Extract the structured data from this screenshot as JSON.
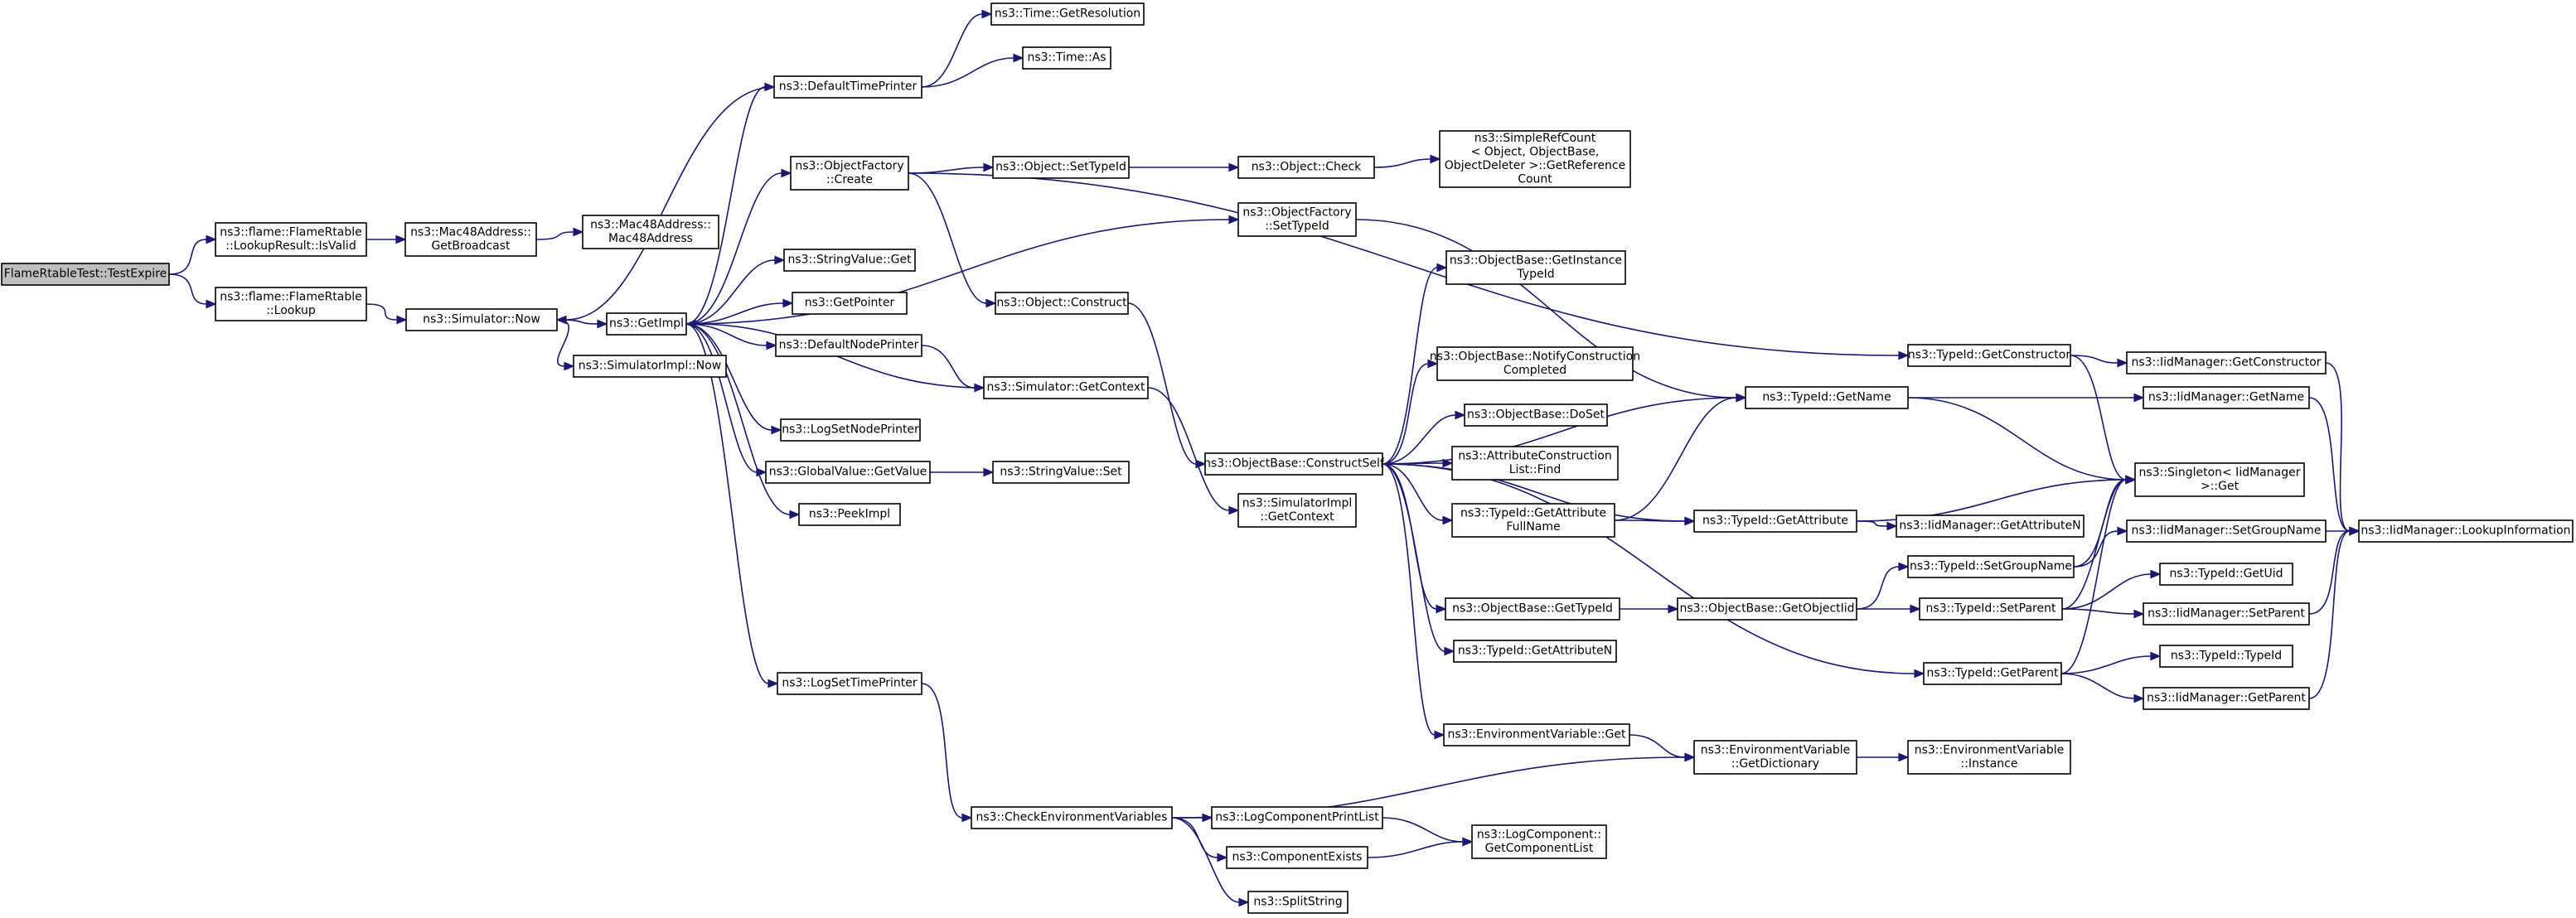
{
  "graph": {
    "nodes": [
      {
        "id": "root",
        "lines": [
          "FlameRtableTest::TestExpire"
        ],
        "root": true
      },
      {
        "id": "lr_isvalid",
        "lines": [
          "ns3::flame::FlameRtable",
          "::LookupResult::IsValid"
        ]
      },
      {
        "id": "lookup",
        "lines": [
          "ns3::flame::FlameRtable",
          "::Lookup"
        ]
      },
      {
        "id": "mac_getbroadcast",
        "lines": [
          "ns3::Mac48Address::",
          "GetBroadcast"
        ]
      },
      {
        "id": "mac_ctor",
        "lines": [
          "ns3::Mac48Address::",
          "Mac48Address"
        ]
      },
      {
        "id": "sim_now",
        "lines": [
          "ns3::Simulator::Now"
        ]
      },
      {
        "id": "getimpl",
        "lines": [
          "ns3::GetImpl"
        ]
      },
      {
        "id": "simimpl_now",
        "lines": [
          "ns3::SimulatorImpl::Now"
        ]
      },
      {
        "id": "time_getres",
        "lines": [
          "ns3::Time::GetResolution"
        ]
      },
      {
        "id": "default_time_printer",
        "lines": [
          "ns3::DefaultTimePrinter"
        ]
      },
      {
        "id": "time_as",
        "lines": [
          "ns3::Time::As"
        ]
      },
      {
        "id": "of_create",
        "lines": [
          "ns3::ObjectFactory",
          "::Create"
        ]
      },
      {
        "id": "obj_settypeid",
        "lines": [
          "ns3::Object::SetTypeId"
        ]
      },
      {
        "id": "obj_check",
        "lines": [
          "ns3::Object::Check"
        ]
      },
      {
        "id": "simplerefcount",
        "lines": [
          "ns3::SimpleRefCount",
          "< Object, ObjectBase,",
          "ObjectDeleter >::GetReference",
          "Count"
        ]
      },
      {
        "id": "of_settypeid",
        "lines": [
          "ns3::ObjectFactory",
          "::SetTypeId"
        ]
      },
      {
        "id": "stringvalue_get",
        "lines": [
          "ns3::StringValue::Get"
        ]
      },
      {
        "id": "getpointer",
        "lines": [
          "ns3::GetPointer"
        ]
      },
      {
        "id": "default_node_printer",
        "lines": [
          "ns3::DefaultNodePrinter"
        ]
      },
      {
        "id": "sim_getcontext",
        "lines": [
          "ns3::Simulator::GetContext"
        ]
      },
      {
        "id": "logsetnodeprinter",
        "lines": [
          "ns3::LogSetNodePrinter"
        ]
      },
      {
        "id": "gv_getvalue",
        "lines": [
          "ns3::GlobalValue::GetValue"
        ]
      },
      {
        "id": "stringvalue_set",
        "lines": [
          "ns3::StringValue::Set"
        ]
      },
      {
        "id": "peekimpl",
        "lines": [
          "ns3::PeekImpl"
        ]
      },
      {
        "id": "logsettimeprinter",
        "lines": [
          "ns3::LogSetTimePrinter"
        ]
      },
      {
        "id": "obj_construct",
        "lines": [
          "ns3::Object::Construct"
        ]
      },
      {
        "id": "ob_constructself",
        "lines": [
          "ns3::ObjectBase::ConstructSelf"
        ]
      },
      {
        "id": "simimpl_getcontext",
        "lines": [
          "ns3::SimulatorImpl",
          "::GetContext"
        ]
      },
      {
        "id": "ob_getinstancetypeid",
        "lines": [
          "ns3::ObjectBase::GetInstance",
          "TypeId"
        ]
      },
      {
        "id": "ob_notify",
        "lines": [
          "ns3::ObjectBase::NotifyConstruction",
          "Completed"
        ]
      },
      {
        "id": "ob_doset",
        "lines": [
          "ns3::ObjectBase::DoSet"
        ]
      },
      {
        "id": "acl_find",
        "lines": [
          "ns3::AttributeConstruction",
          "List::Find"
        ]
      },
      {
        "id": "tid_getattrfullname",
        "lines": [
          "ns3::TypeId::GetAttribute",
          "FullName"
        ]
      },
      {
        "id": "ob_gettypeid",
        "lines": [
          "ns3::ObjectBase::GetTypeId"
        ]
      },
      {
        "id": "tid_getattributen",
        "lines": [
          "ns3::TypeId::GetAttributeN"
        ]
      },
      {
        "id": "env_get",
        "lines": [
          "ns3::EnvironmentVariable::Get"
        ]
      },
      {
        "id": "tid_getconstructor",
        "lines": [
          "ns3::TypeId::GetConstructor"
        ]
      },
      {
        "id": "tid_getname",
        "lines": [
          "ns3::TypeId::GetName"
        ]
      },
      {
        "id": "tid_getattribute",
        "lines": [
          "ns3::TypeId::GetAttribute"
        ]
      },
      {
        "id": "ob_getobjectiid",
        "lines": [
          "ns3::ObjectBase::GetObjectIid"
        ]
      },
      {
        "id": "tid_setgroupname",
        "lines": [
          "ns3::TypeId::SetGroupName"
        ]
      },
      {
        "id": "tid_setparent",
        "lines": [
          "ns3::TypeId::SetParent"
        ]
      },
      {
        "id": "tid_getparent",
        "lines": [
          "ns3::TypeId::GetParent"
        ]
      },
      {
        "id": "env_getdict",
        "lines": [
          "ns3::EnvironmentVariable",
          "::GetDictionary"
        ]
      },
      {
        "id": "env_instance",
        "lines": [
          "ns3::EnvironmentVariable",
          "::Instance"
        ]
      },
      {
        "id": "iid_getconstructor",
        "lines": [
          "ns3::IidManager::GetConstructor"
        ]
      },
      {
        "id": "iid_getname",
        "lines": [
          "ns3::IidManager::GetName"
        ]
      },
      {
        "id": "iid_getattributen",
        "lines": [
          "ns3::IidManager::GetAttributeN"
        ]
      },
      {
        "id": "singleton_get",
        "lines": [
          "ns3::Singleton< IidManager",
          " >::Get"
        ]
      },
      {
        "id": "iid_setgroupname",
        "lines": [
          "ns3::IidManager::SetGroupName"
        ]
      },
      {
        "id": "tid_getuid",
        "lines": [
          "ns3::TypeId::GetUid"
        ]
      },
      {
        "id": "iid_setparent",
        "lines": [
          "ns3::IidManager::SetParent"
        ]
      },
      {
        "id": "tid_typeid",
        "lines": [
          "ns3::TypeId::TypeId"
        ]
      },
      {
        "id": "iid_getparent",
        "lines": [
          "ns3::IidManager::GetParent"
        ]
      },
      {
        "id": "iid_lookupinfo",
        "lines": [
          "ns3::IidManager::LookupInformation"
        ]
      },
      {
        "id": "check_env",
        "lines": [
          "ns3::CheckEnvironmentVariables"
        ]
      },
      {
        "id": "logcomp_printlist",
        "lines": [
          "ns3::LogComponentPrintList"
        ]
      },
      {
        "id": "component_exists",
        "lines": [
          "ns3::ComponentExists"
        ]
      },
      {
        "id": "split_string",
        "lines": [
          "ns3::SplitString"
        ]
      },
      {
        "id": "logcomp_getlist",
        "lines": [
          "ns3::LogComponent::",
          "GetComponentList"
        ]
      }
    ],
    "edges": [
      [
        "root",
        "lr_isvalid"
      ],
      [
        "root",
        "lookup"
      ],
      [
        "lr_isvalid",
        "mac_getbroadcast"
      ],
      [
        "mac_getbroadcast",
        "mac_ctor"
      ],
      [
        "lookup",
        "sim_now"
      ],
      [
        "sim_now",
        "getimpl"
      ],
      [
        "sim_now",
        "simimpl_now"
      ],
      [
        "getimpl",
        "default_time_printer"
      ],
      [
        "getimpl",
        "of_create"
      ],
      [
        "getimpl",
        "of_settypeid"
      ],
      [
        "getimpl",
        "stringvalue_get"
      ],
      [
        "getimpl",
        "getpointer"
      ],
      [
        "getimpl",
        "default_node_printer"
      ],
      [
        "getimpl",
        "logsetnodeprinter"
      ],
      [
        "getimpl",
        "gv_getvalue"
      ],
      [
        "getimpl",
        "peekimpl"
      ],
      [
        "getimpl",
        "logsettimeprinter"
      ],
      [
        "default_time_printer",
        "time_getres"
      ],
      [
        "default_time_printer",
        "time_as"
      ],
      [
        "default_time_printer",
        "sim_now"
      ],
      [
        "of_create",
        "obj_settypeid"
      ],
      [
        "of_create",
        "obj_construct"
      ],
      [
        "of_create",
        "tid_getconstructor"
      ],
      [
        "obj_settypeid",
        "obj_check"
      ],
      [
        "obj_check",
        "simplerefcount"
      ],
      [
        "of_settypeid",
        "tid_getname"
      ],
      [
        "default_node_printer",
        "sim_getcontext"
      ],
      [
        "sim_getcontext",
        "getimpl"
      ],
      [
        "sim_getcontext",
        "simimpl_getcontext"
      ],
      [
        "gv_getvalue",
        "stringvalue_set"
      ],
      [
        "logsettimeprinter",
        "check_env"
      ],
      [
        "obj_construct",
        "ob_constructself"
      ],
      [
        "ob_constructself",
        "ob_getinstancetypeid"
      ],
      [
        "ob_constructself",
        "tid_getname"
      ],
      [
        "ob_constructself",
        "ob_notify"
      ],
      [
        "ob_constructself",
        "ob_doset"
      ],
      [
        "ob_constructself",
        "acl_find"
      ],
      [
        "ob_constructself",
        "tid_getattrfullname"
      ],
      [
        "ob_constructself",
        "tid_getattribute"
      ],
      [
        "ob_constructself",
        "ob_gettypeid"
      ],
      [
        "ob_constructself",
        "tid_getattributen"
      ],
      [
        "ob_constructself",
        "tid_getparent"
      ],
      [
        "ob_constructself",
        "env_get"
      ],
      [
        "tid_getattrfullname",
        "tid_getname"
      ],
      [
        "tid_getattrfullname",
        "tid_getattribute"
      ],
      [
        "ob_gettypeid",
        "ob_getobjectiid"
      ],
      [
        "ob_getobjectiid",
        "tid_setgroupname"
      ],
      [
        "ob_getobjectiid",
        "tid_setparent"
      ],
      [
        "env_get",
        "env_getdict"
      ],
      [
        "env_getdict",
        "env_instance"
      ],
      [
        "tid_getconstructor",
        "iid_getconstructor"
      ],
      [
        "tid_getconstructor",
        "singleton_get"
      ],
      [
        "tid_getname",
        "iid_getname"
      ],
      [
        "tid_getname",
        "singleton_get"
      ],
      [
        "tid_getattribute",
        "iid_getattributen"
      ],
      [
        "tid_getattribute",
        "singleton_get"
      ],
      [
        "tid_setgroupname",
        "iid_setgroupname"
      ],
      [
        "tid_setgroupname",
        "singleton_get"
      ],
      [
        "tid_setparent",
        "tid_getuid"
      ],
      [
        "tid_setparent",
        "iid_setparent"
      ],
      [
        "tid_setparent",
        "singleton_get"
      ],
      [
        "tid_getparent",
        "tid_typeid"
      ],
      [
        "tid_getparent",
        "iid_getparent"
      ],
      [
        "tid_getparent",
        "singleton_get"
      ],
      [
        "iid_getconstructor",
        "iid_lookupinfo"
      ],
      [
        "iid_getname",
        "iid_lookupinfo"
      ],
      [
        "iid_setgroupname",
        "iid_lookupinfo"
      ],
      [
        "iid_setparent",
        "iid_lookupinfo"
      ],
      [
        "iid_getparent",
        "iid_lookupinfo"
      ],
      [
        "check_env",
        "env_getdict"
      ],
      [
        "check_env",
        "logcomp_printlist"
      ],
      [
        "check_env",
        "component_exists"
      ],
      [
        "check_env",
        "split_string"
      ],
      [
        "logcomp_printlist",
        "logcomp_getlist"
      ],
      [
        "component_exists",
        "logcomp_getlist"
      ]
    ]
  }
}
